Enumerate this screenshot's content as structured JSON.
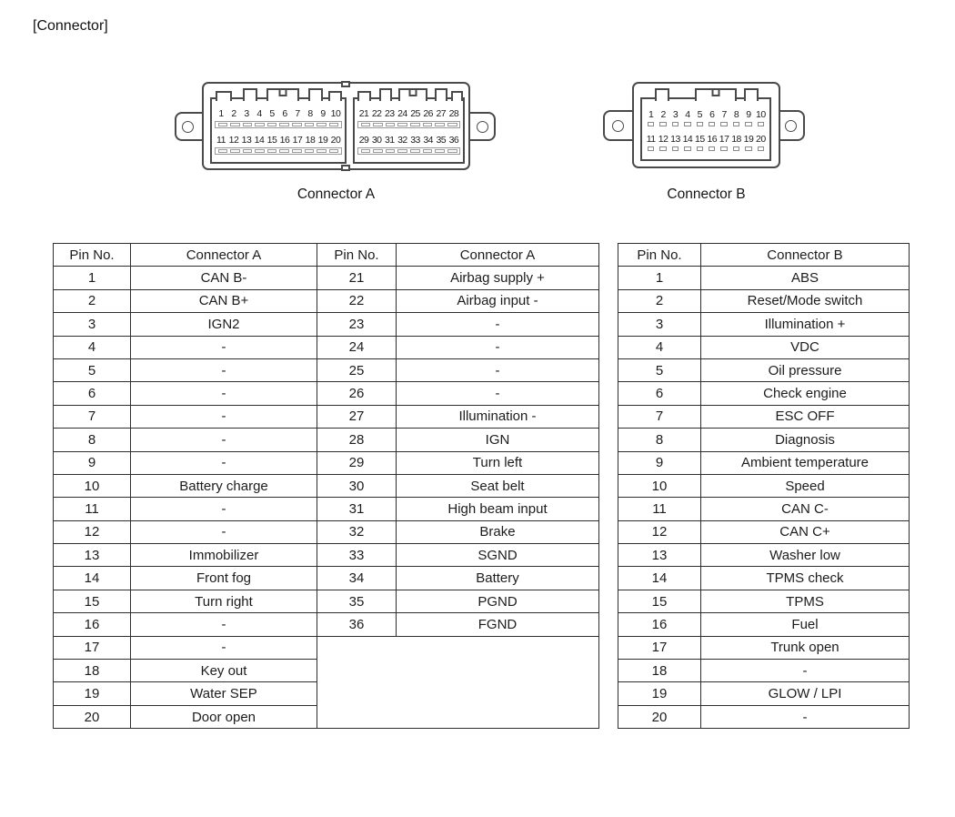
{
  "title": "[Connector]",
  "diagram": {
    "connector_a": {
      "label": "Connector A",
      "cavity1": {
        "row1": [
          "1",
          "2",
          "3",
          "4",
          "5",
          "6",
          "7",
          "8",
          "9",
          "10"
        ],
        "row2": [
          "11",
          "12",
          "13",
          "14",
          "15",
          "16",
          "17",
          "18",
          "19",
          "20"
        ]
      },
      "cavity2": {
        "row1": [
          "21",
          "22",
          "23",
          "24",
          "25",
          "26",
          "27",
          "28"
        ],
        "row2": [
          "29",
          "30",
          "31",
          "32",
          "33",
          "34",
          "35",
          "36"
        ]
      }
    },
    "connector_b": {
      "label": "Connector B",
      "cavity": {
        "row1": [
          "1",
          "2",
          "3",
          "4",
          "5",
          "6",
          "7",
          "8",
          "9",
          "10"
        ],
        "row2": [
          "11",
          "12",
          "13",
          "14",
          "15",
          "16",
          "17",
          "18",
          "19",
          "20"
        ]
      }
    }
  },
  "tables": {
    "connector_a_table": {
      "headers": [
        "Pin No.",
        "Connector A",
        "Pin No.",
        "Connector A"
      ],
      "left_rows": [
        {
          "pin": "1",
          "signal": "CAN B-"
        },
        {
          "pin": "2",
          "signal": "CAN B+"
        },
        {
          "pin": "3",
          "signal": "IGN2"
        },
        {
          "pin": "4",
          "signal": "-"
        },
        {
          "pin": "5",
          "signal": "-"
        },
        {
          "pin": "6",
          "signal": "-"
        },
        {
          "pin": "7",
          "signal": "-"
        },
        {
          "pin": "8",
          "signal": "-"
        },
        {
          "pin": "9",
          "signal": "-"
        },
        {
          "pin": "10",
          "signal": "Battery charge"
        },
        {
          "pin": "11",
          "signal": "-"
        },
        {
          "pin": "12",
          "signal": "-"
        },
        {
          "pin": "13",
          "signal": "Immobilizer"
        },
        {
          "pin": "14",
          "signal": "Front fog"
        },
        {
          "pin": "15",
          "signal": "Turn right"
        },
        {
          "pin": "16",
          "signal": "-"
        },
        {
          "pin": "17",
          "signal": "-"
        },
        {
          "pin": "18",
          "signal": "Key out"
        },
        {
          "pin": "19",
          "signal": "Water SEP"
        },
        {
          "pin": "20",
          "signal": "Door open"
        }
      ],
      "right_rows": [
        {
          "pin": "21",
          "signal": "Airbag supply +"
        },
        {
          "pin": "22",
          "signal": "Airbag input -"
        },
        {
          "pin": "23",
          "signal": "-"
        },
        {
          "pin": "24",
          "signal": "-"
        },
        {
          "pin": "25",
          "signal": "-"
        },
        {
          "pin": "26",
          "signal": "-"
        },
        {
          "pin": "27",
          "signal": "Illumination -"
        },
        {
          "pin": "28",
          "signal": "IGN"
        },
        {
          "pin": "29",
          "signal": "Turn left"
        },
        {
          "pin": "30",
          "signal": "Seat belt"
        },
        {
          "pin": "31",
          "signal": "High beam input"
        },
        {
          "pin": "32",
          "signal": "Brake"
        },
        {
          "pin": "33",
          "signal": "SGND"
        },
        {
          "pin": "34",
          "signal": "Battery"
        },
        {
          "pin": "35",
          "signal": "PGND"
        },
        {
          "pin": "36",
          "signal": "FGND"
        }
      ]
    },
    "connector_b_table": {
      "headers": [
        "Pin No.",
        "Connector B"
      ],
      "rows": [
        {
          "pin": "1",
          "signal": "ABS"
        },
        {
          "pin": "2",
          "signal": "Reset/Mode switch"
        },
        {
          "pin": "3",
          "signal": "Illumination +"
        },
        {
          "pin": "4",
          "signal": "VDC"
        },
        {
          "pin": "5",
          "signal": "Oil pressure"
        },
        {
          "pin": "6",
          "signal": "Check engine"
        },
        {
          "pin": "7",
          "signal": "ESC OFF"
        },
        {
          "pin": "8",
          "signal": "Diagnosis"
        },
        {
          "pin": "9",
          "signal": "Ambient temperature"
        },
        {
          "pin": "10",
          "signal": "Speed"
        },
        {
          "pin": "11",
          "signal": "CAN C-"
        },
        {
          "pin": "12",
          "signal": "CAN C+"
        },
        {
          "pin": "13",
          "signal": "Washer low"
        },
        {
          "pin": "14",
          "signal": "TPMS check"
        },
        {
          "pin": "15",
          "signal": "TPMS"
        },
        {
          "pin": "16",
          "signal": "Fuel"
        },
        {
          "pin": "17",
          "signal": "Trunk open"
        },
        {
          "pin": "18",
          "signal": "-"
        },
        {
          "pin": "19",
          "signal": "GLOW / LPI"
        },
        {
          "pin": "20",
          "signal": "-"
        }
      ]
    }
  },
  "colors": {
    "line": "#2e2e2e",
    "drawing_line": "#4a4a4a",
    "contact": "#9a9a9a",
    "text": "#1c1c1c"
  }
}
